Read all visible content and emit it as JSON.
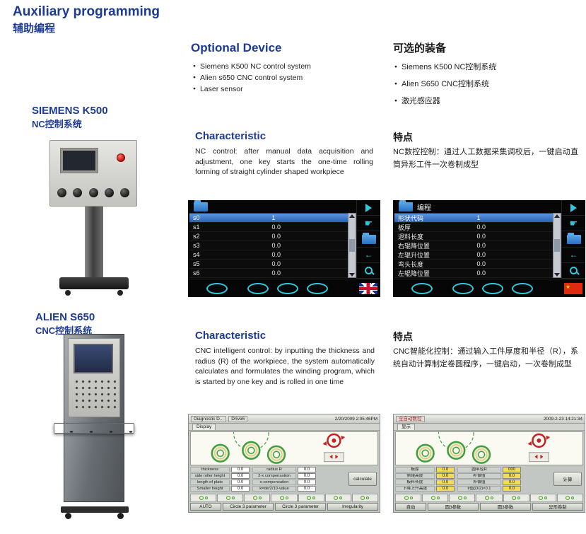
{
  "header": {
    "title_en": "Auxiliary programming",
    "title_zh": "辅助编程"
  },
  "optional": {
    "en": {
      "heading": "Optional Device",
      "items": [
        "Siemens K500 NC control system",
        "Alien s650 CNC control system",
        "Laser sensor"
      ]
    },
    "zh": {
      "heading": "可选的装备",
      "items": [
        "Siemens K500 NC控制系统",
        "Alien S650 CNC控制系统",
        "激光感应器"
      ]
    }
  },
  "siemens": {
    "name": "SIEMENS K500",
    "subtitle": "NC控制系统",
    "char_en": {
      "heading": "Characteristic",
      "text": "NC control: after manual data acquisition and adjustment, one key starts the one-time rolling forming of straight cylinder shaped workpiece"
    },
    "char_zh": {
      "heading": "特点",
      "text": "NC数控控制：通过人工数据采集调校后，一键启动直筒异形工件一次卷制成型"
    }
  },
  "alien": {
    "name": "ALIEN S650",
    "subtitle": "CNC控制系统",
    "char_en": {
      "heading": "Characteristic",
      "text": "CNC intelligent control: by inputting the thickness and radius (R) of the workpiece, the system automatically calculates and formulates the winding program, which is started by one key and is rolled in one time"
    },
    "char_zh": {
      "heading": "特点",
      "text": "CNC智能化控制：通过输入工件厚度和半径（R），系统自动计算制定卷圆程序，一键启动，一次卷制成型"
    }
  },
  "nc_en": {
    "menu_title": "",
    "rows": [
      {
        "label": "s0",
        "value": "1"
      },
      {
        "label": "s1",
        "value": "0.0"
      },
      {
        "label": "s2",
        "value": "0.0"
      },
      {
        "label": "s3",
        "value": "0.0"
      },
      {
        "label": "s4",
        "value": "0.0"
      },
      {
        "label": "s5",
        "value": "0.0"
      },
      {
        "label": "s6",
        "value": "0.0"
      }
    ]
  },
  "nc_zh": {
    "menu_title": "编程",
    "rows": [
      {
        "label": "形状代码",
        "value": "1"
      },
      {
        "label": "板厚",
        "value": "0.0"
      },
      {
        "label": "退料长度",
        "value": "0.0"
      },
      {
        "label": "右辊降位置",
        "value": "0.0"
      },
      {
        "label": "左辊升位置",
        "value": "0.0"
      },
      {
        "label": "弯头长度",
        "value": "0.0"
      },
      {
        "label": "左辊降位置",
        "value": "0.0"
      }
    ]
  },
  "cnc_en": {
    "titlebar": {
      "left": "Diagnostic D...",
      "mid": "Drive6",
      "datetime": "2/20/2009  2:05:46PM"
    },
    "tab": "Display",
    "fields": [
      {
        "l1": "thickness",
        "v1": "0.0",
        "l2": "radius R",
        "v2": "0.0"
      },
      {
        "l1": "side roller height",
        "v1": "0.0",
        "l2": "2-x compensation",
        "v2": "0.0"
      },
      {
        "l1": "length of plate",
        "v1": "0.0",
        "l2": "x-compensation",
        "v2": "0.0"
      },
      {
        "l1": "Smaller height",
        "v1": "0.0",
        "l2": "k=de/2/10-value",
        "v2": "0.0"
      }
    ],
    "calc": "calculate",
    "buttons": [
      "AUTO",
      "Circle 3 parameter",
      "Circle 3 parameter",
      "Irregularity"
    ]
  },
  "cnc_zh": {
    "titlebar": {
      "left": "全自动数控",
      "mid": "",
      "datetime": "2009-2-23  14:21:34"
    },
    "tab": "显示",
    "fields": [
      {
        "l1": "板厚",
        "v1": "0.0",
        "l2": "圆半径R",
        "v2": "000"
      },
      {
        "l1": "侧辊高度",
        "v1": "0.0",
        "l2": "补偿值",
        "v2": "0.0"
      },
      {
        "l1": "板料长度",
        "v1": "0.0",
        "l2": "补偿值",
        "v2": "0.0"
      },
      {
        "l1": "下降上升高度",
        "v1": "0.0",
        "l2": "k值(D/2)×0.1",
        "v2": "0.0"
      }
    ],
    "calc": "计算",
    "buttons": [
      "自动",
      "圆3参数",
      "圆3参数",
      "异形卷制"
    ]
  }
}
